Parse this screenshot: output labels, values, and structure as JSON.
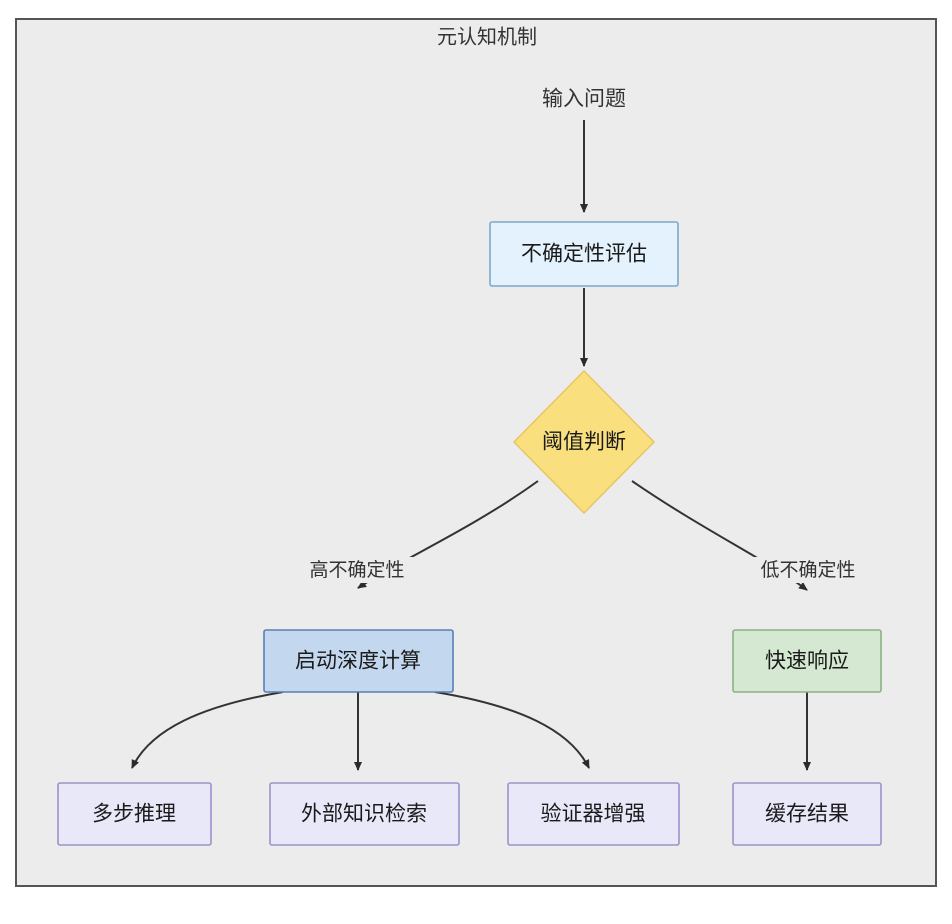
{
  "diagram": {
    "title": "元认知机制",
    "canvas_bg": "#ececec",
    "canvas_border": "#555555",
    "edge_color": "#333333"
  },
  "nodes": {
    "input": {
      "label": "输入问题",
      "shape": "text",
      "fill": "none",
      "stroke": "none"
    },
    "uncertainty": {
      "label": "不确定性评估",
      "shape": "rect",
      "fill": "#e3f2fd",
      "stroke": "#7aa8cc"
    },
    "threshold": {
      "label": "阈值判断",
      "shape": "diamond",
      "fill": "#fadf7f",
      "stroke": "#e8c766"
    },
    "deep_compute": {
      "label": "启动深度计算",
      "shape": "rect",
      "fill": "#c3d7ef",
      "stroke": "#5a7fb5"
    },
    "fast_response": {
      "label": "快速响应",
      "shape": "rect",
      "fill": "#d5e8d1",
      "stroke": "#8bb183"
    },
    "multistep": {
      "label": "多步推理",
      "shape": "rect",
      "fill": "#e9e8f9",
      "stroke": "#9b93c9"
    },
    "retrieval": {
      "label": "外部知识检索",
      "shape": "rect",
      "fill": "#e9e8f9",
      "stroke": "#9b93c9"
    },
    "verifier": {
      "label": "验证器增强",
      "shape": "rect",
      "fill": "#e9e8f9",
      "stroke": "#9b93c9"
    },
    "cache": {
      "label": "缓存结果",
      "shape": "rect",
      "fill": "#e9e8f9",
      "stroke": "#9b93c9"
    }
  },
  "edge_labels": {
    "high_uncertainty": "高不确定性",
    "low_uncertainty": "低不确定性"
  }
}
